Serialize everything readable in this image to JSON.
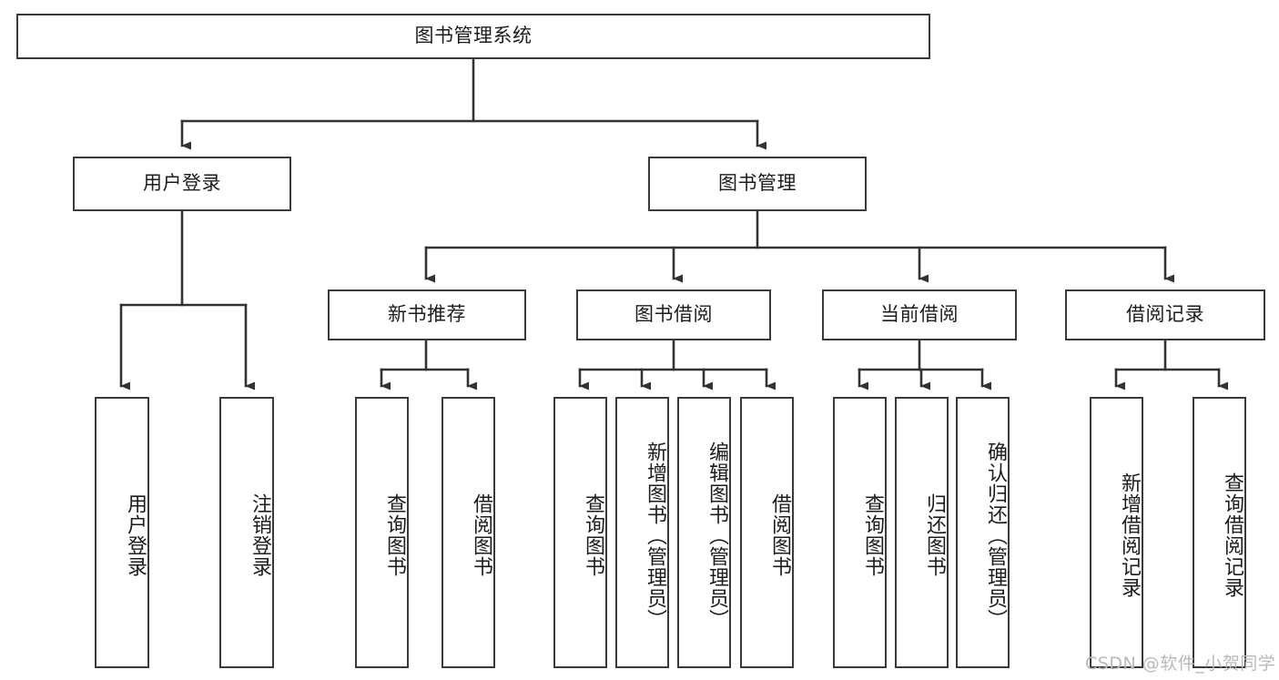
{
  "diagram": {
    "type": "hierarchy-tree",
    "title": "图书管理系统",
    "orientation": "top-down",
    "colors": {
      "box_border": "#3a3a3a",
      "box_fill": "#ffffff",
      "connector": "#333333",
      "text": "#1c1c1c",
      "watermark": "#b9b9b9"
    },
    "levels": {
      "level1": {
        "label": "图书管理系统"
      },
      "level2": [
        {
          "label": "用户登录"
        },
        {
          "label": "图书管理"
        }
      ],
      "level3": [
        {
          "label": "新书推荐"
        },
        {
          "label": "图书借阅"
        },
        {
          "label": "当前借阅"
        },
        {
          "label": "借阅记录"
        }
      ],
      "leaves": {
        "user_login": [
          {
            "label": "用户登录"
          },
          {
            "label": "注销登录"
          }
        ],
        "new_book_recommend": [
          {
            "label": "查询图书"
          },
          {
            "label": "借阅图书"
          }
        ],
        "book_borrow": [
          {
            "label": "查询图书"
          },
          {
            "label": "新增图书（管理员）"
          },
          {
            "label": "编辑图书（管理员）"
          },
          {
            "label": "借阅图书"
          }
        ],
        "current_borrow": [
          {
            "label": "查询图书"
          },
          {
            "label": "归还图书"
          },
          {
            "label": "确认归还（管理员）"
          }
        ],
        "borrow_records": [
          {
            "label": "新增借阅记录"
          },
          {
            "label": "查询借阅记录"
          }
        ]
      }
    }
  },
  "watermark": {
    "text": "CSDN @软件_小贺同学"
  }
}
